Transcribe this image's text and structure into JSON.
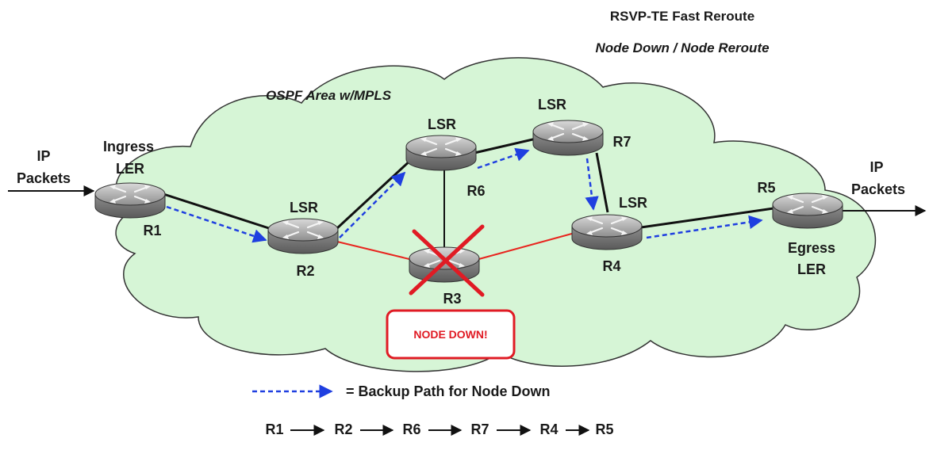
{
  "title": "RSVP-TE Fast Reroute",
  "subtitle": "Node Down / Node Reroute",
  "area_label": "OSPF Area w/MPLS",
  "ip_in": [
    "IP",
    "Packets"
  ],
  "ip_out": [
    "IP",
    "Packets"
  ],
  "routers": {
    "r1": {
      "name": "R1",
      "role": [
        "Ingress",
        "LER"
      ]
    },
    "r2": {
      "name": "R2",
      "role": [
        "LSR"
      ]
    },
    "r3": {
      "name": "R3",
      "status": "down"
    },
    "r4": {
      "name": "R4",
      "role": [
        "LSR"
      ]
    },
    "r5": {
      "name": "R5",
      "role": [
        "Egress",
        "LER"
      ]
    },
    "r6": {
      "name": "R6",
      "role": [
        "LSR"
      ]
    },
    "r7": {
      "name": "R7",
      "role": [
        "LSR"
      ]
    }
  },
  "alert_text": "NODE DOWN!",
  "legend_text": "= Backup Path for Node Down",
  "backup_sequence": [
    "R1",
    "R2",
    "R6",
    "R7",
    "R4",
    "R5"
  ],
  "colors": {
    "cloud": "#d6f5d6",
    "primary_link": "#e8251f",
    "backup_path": "#1f3fe0",
    "alert": "#e01b24"
  }
}
